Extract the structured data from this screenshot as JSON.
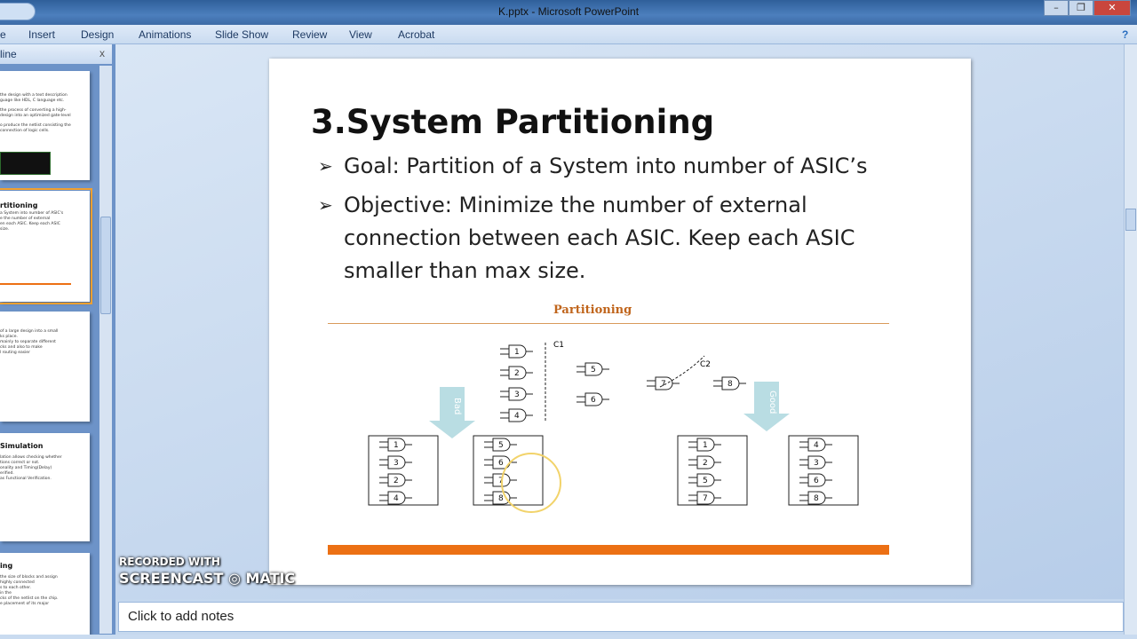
{
  "window": {
    "title": "K.pptx - Microsoft PowerPoint",
    "controls": [
      "–",
      "❐",
      "✕"
    ]
  },
  "ribbon": {
    "tabs": [
      "e",
      "Insert",
      "Design",
      "Animations",
      "Slide Show",
      "Review",
      "View",
      "Acrobat"
    ],
    "help": "?"
  },
  "left_pane": {
    "tab_label": "line",
    "close": "x",
    "thumbnails": [
      {
        "title": "",
        "lines": [
          "the design with a text description",
          "guage like HDL, C language etc.",
          "the process of converting a high-",
          "design into an optimized gate-level",
          "o produce the netlist consisting the",
          "connection of logic cells."
        ]
      },
      {
        "title": "rtitioning",
        "lines": [
          "a System into number of ASIC's",
          "e the number of external",
          "en each ASIC. Keep each ASIC",
          "size."
        ]
      },
      {
        "title": "",
        "lines": [
          "of a large design into a small",
          "ks place.",
          "mainly to separate different",
          "cks and also to make",
          "l routing easier"
        ]
      },
      {
        "title": "Simulation",
        "lines": [
          "lation allows checking whether",
          "tions correct or not.",
          "onality and Timing(Delay)",
          "erified.",
          "as Functional Verification."
        ]
      },
      {
        "title": "ing",
        "lines": [
          "the size of blocks and assign",
          "highly connected",
          "s to each other.",
          "in the",
          "cks of the netlist on the chip.",
          "e placement of its major"
        ]
      }
    ]
  },
  "slide": {
    "title": "3.System Partitioning",
    "bullets": [
      "Goal: Partition of a System into number of ASIC’s",
      "Objective: Minimize the number of external connection between each ASIC. Keep each ASIC smaller than max size."
    ],
    "bullet_glyph": "➢",
    "diagram": {
      "title": "Partitioning",
      "bad_label": "Bad",
      "good_label": "Good",
      "cut_labels": [
        "C1",
        "C2"
      ],
      "gates_top": [
        "1",
        "2",
        "3",
        "4",
        "5",
        "6",
        "7",
        "8"
      ],
      "bad_left": [
        "1",
        "3",
        "2",
        "4"
      ],
      "bad_right": [
        "5",
        "6",
        "7",
        "8"
      ],
      "good_left": [
        "1",
        "2",
        "5",
        "7"
      ],
      "good_right": [
        "4",
        "3",
        "6",
        "8"
      ]
    },
    "accent": "#ec7014"
  },
  "notes": {
    "placeholder": "Click to add notes"
  },
  "watermark": {
    "line1": "RECORDED WITH",
    "line2": "SCREENCAST ◎ MATIC"
  }
}
